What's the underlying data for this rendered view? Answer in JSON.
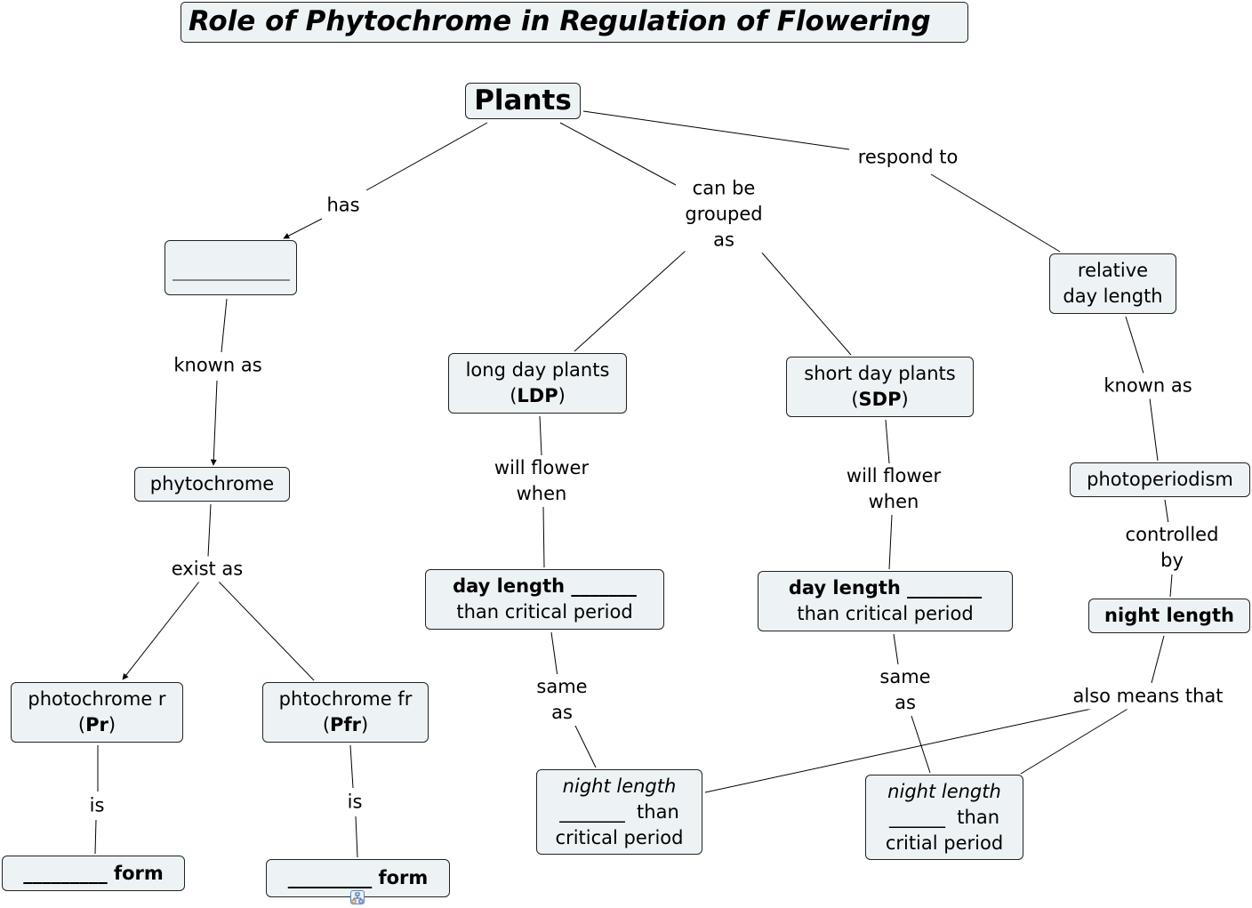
{
  "title": "Role of Phytochrome in Regulation of Flowering",
  "nodes": {
    "plants": "Plants",
    "blank_pigment": "",
    "phytochrome": "phytochrome",
    "pr": {
      "line1": "photochrome r",
      "open": "(",
      "abbr": "Pr",
      "close": ")"
    },
    "pfr": {
      "line1": "phtochrome fr",
      "open": "(",
      "abbr": "Pfr",
      "close": ")"
    },
    "pr_form": {
      "blank": "_________",
      "word": " form"
    },
    "pfr_form": {
      "blank": "_________",
      "word": " form"
    },
    "ldp": {
      "line1": "long day plants",
      "open": "(",
      "abbr": "LDP",
      "close": ")"
    },
    "sdp": {
      "line1": "short day plants",
      "open": "(",
      "abbr": "SDP",
      "close": ")"
    },
    "ldp_day": {
      "bold": "day length _______",
      "line2": "than critical period"
    },
    "sdp_day": {
      "bold": "day length ________",
      "line2": "than critical period"
    },
    "ldp_night": {
      "italic": "night length",
      "line2": "_______  than",
      "line3": "critical period"
    },
    "sdp_night": {
      "italic": "night length",
      "line2": "______  than",
      "line3": "critial period"
    },
    "relative_day_length": {
      "line1": "relative",
      "line2": "day length"
    },
    "photoperiodism": "photoperiodism",
    "night_length": "night length"
  },
  "link_labels": {
    "has": "has",
    "can_be_grouped_as": "can be\ngrouped\nas",
    "respond_to": "respond to",
    "known_as_left": "known as",
    "exist_as": "exist as",
    "is_pr": "is",
    "is_pfr": "is",
    "ldp_will_flower": "will flower\nwhen",
    "sdp_will_flower": "will flower\nwhen",
    "ldp_same_as": "same\nas",
    "sdp_same_as": "same\nas",
    "known_as_right": "known as",
    "controlled_by": "controlled\nby",
    "also_means_that": "also means that"
  },
  "icons": {
    "submap": "submap-icon"
  },
  "colors": {
    "node_fill": "#edf3f5",
    "border": "#222222",
    "line": "#000000"
  }
}
